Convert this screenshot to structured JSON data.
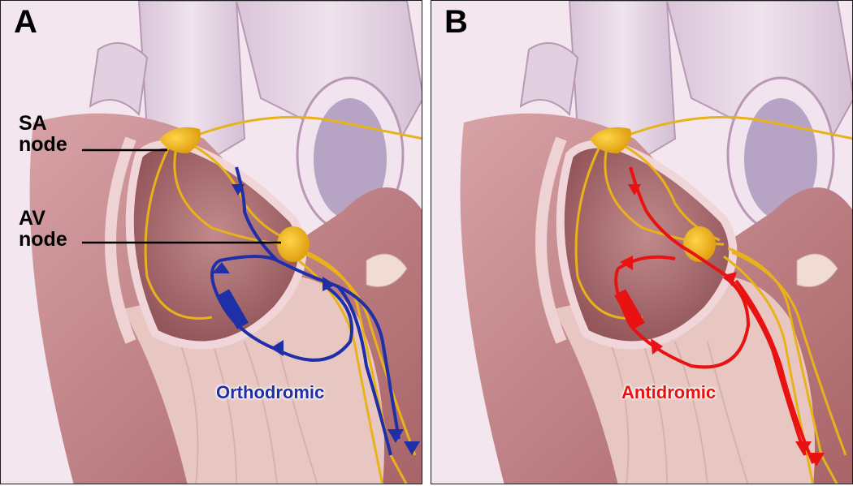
{
  "panels": [
    {
      "letter": "A",
      "pathway_label": "Orthodromic",
      "color": "#1f2fa8"
    },
    {
      "letter": "B",
      "pathway_label": "Antidromic",
      "color": "#e81212"
    }
  ],
  "labels": {
    "sa_node": [
      "SA",
      "node"
    ],
    "av_node": [
      "AV",
      "node"
    ]
  },
  "colors": {
    "conduction_yellow": "#e8b21a",
    "heart_tissue": "#c98a8f",
    "vessel": "#e6d3e3"
  }
}
